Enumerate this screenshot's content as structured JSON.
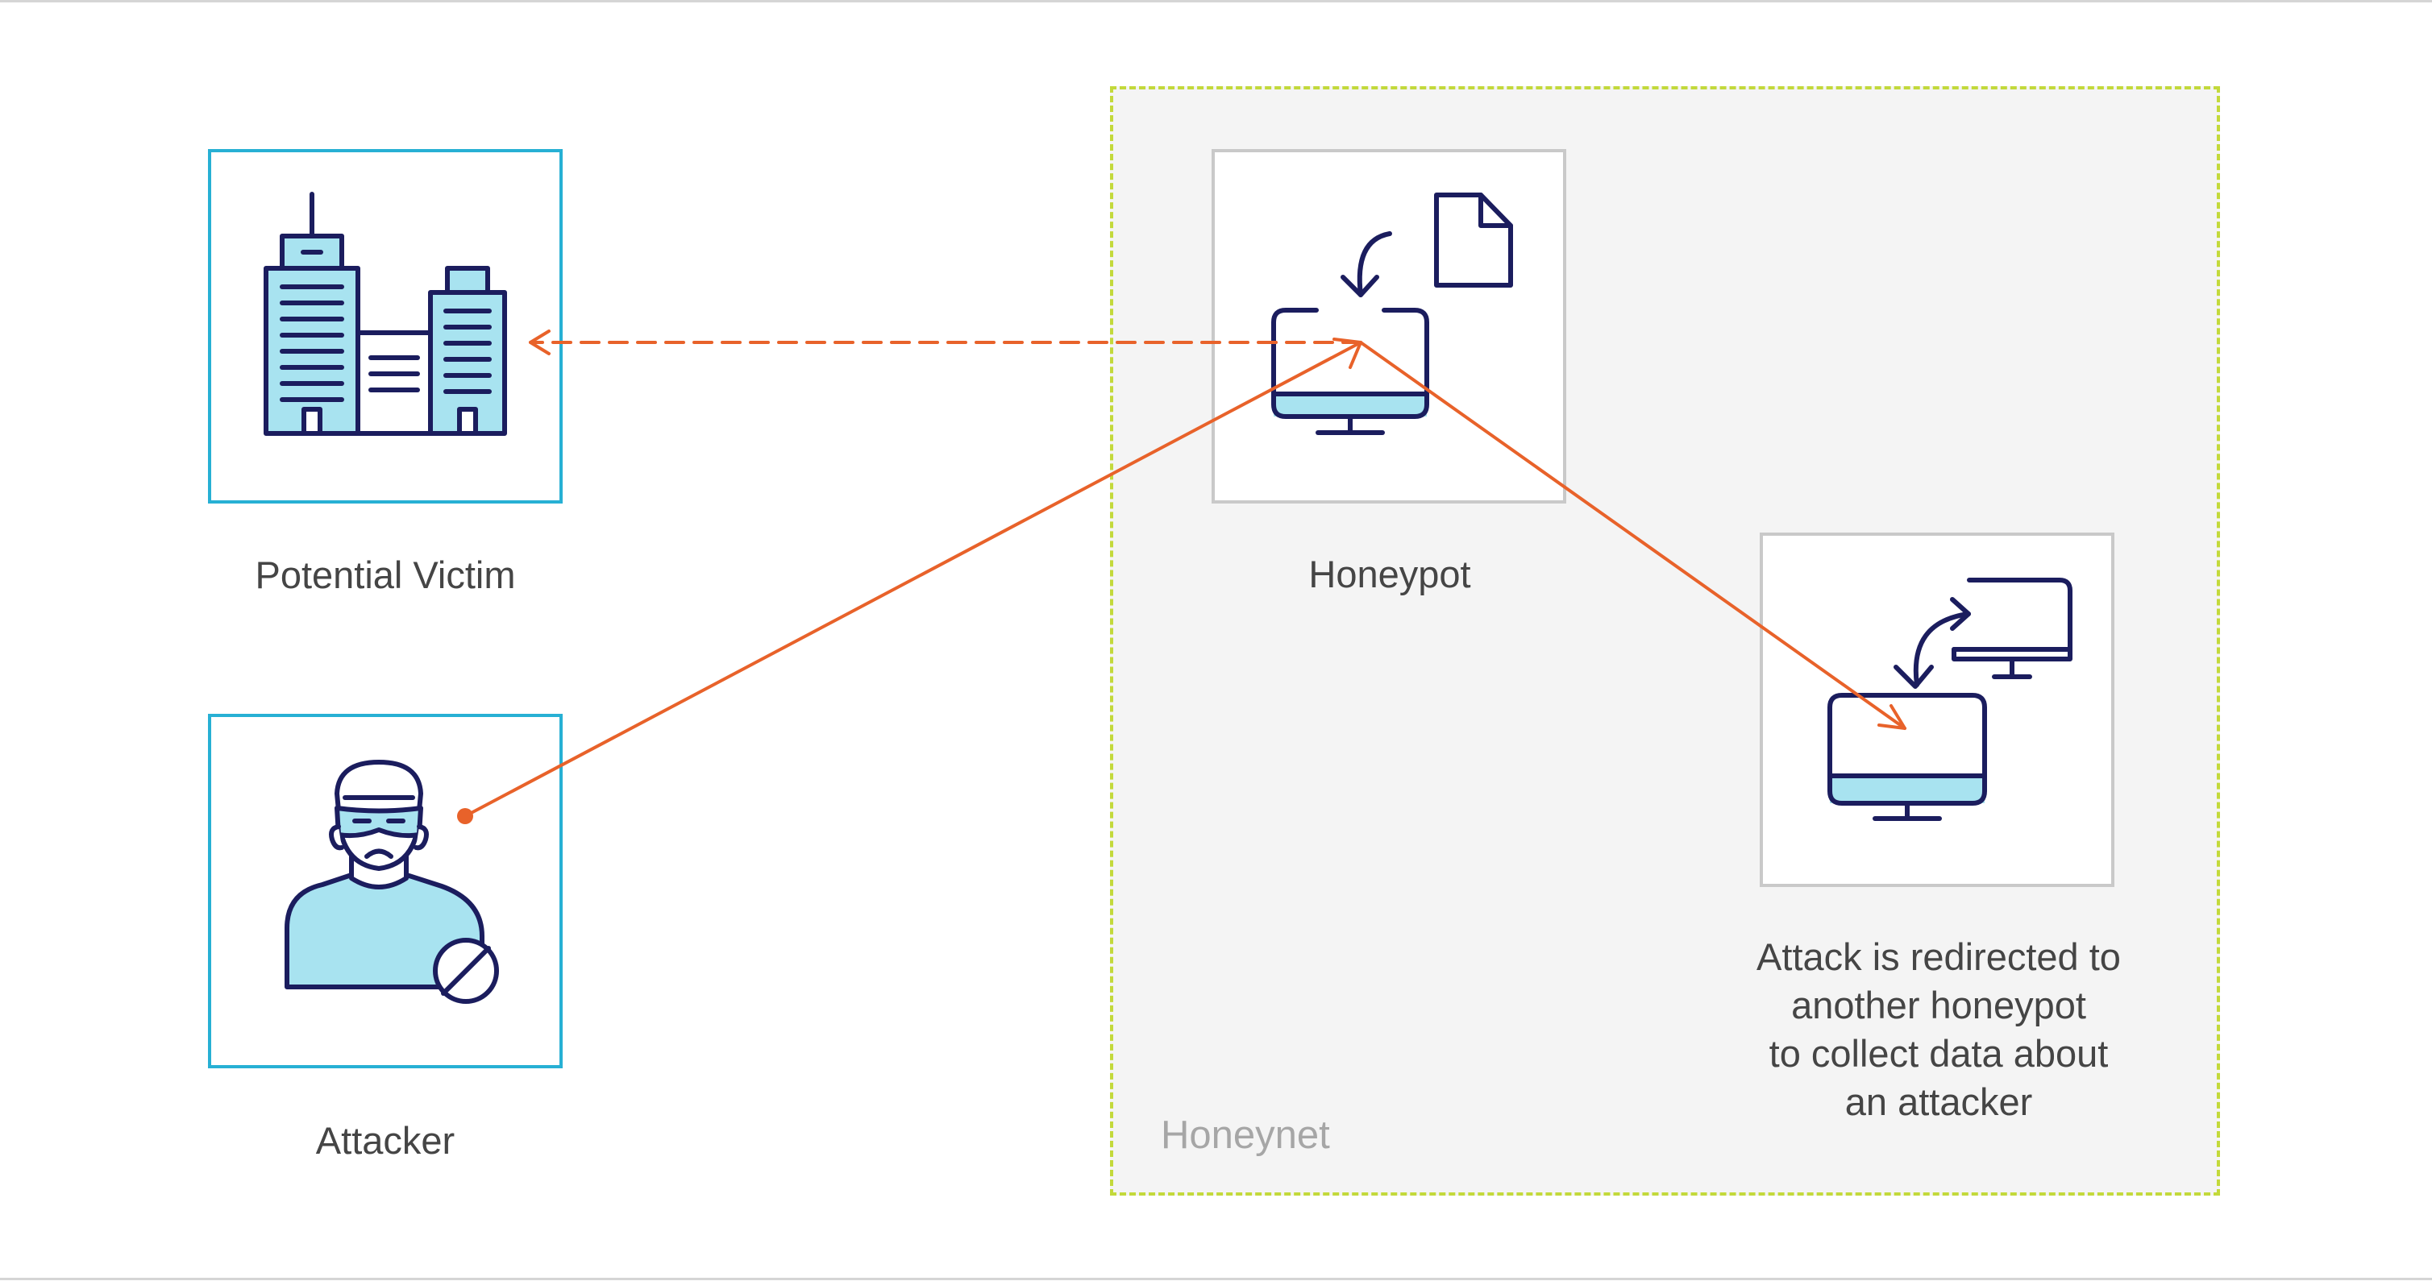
{
  "zones": {
    "honeynet": {
      "label": "Honeynet",
      "border_color": "#c3d93b",
      "fill_color": "#f4f4f4"
    }
  },
  "nodes": {
    "potential_victim": {
      "label": "Potential Victim",
      "icon": "office-buildings-icon"
    },
    "attacker": {
      "label": "Attacker",
      "icon": "masked-attacker-icon"
    },
    "honeypot": {
      "label": "Honeypot",
      "icon": "monitor-with-document-icon"
    },
    "second_honeypot": {
      "label_lines": [
        "Attack is redirected to",
        "another honeypot",
        "to collect data about",
        "an attacker"
      ],
      "icon": "redirect-monitors-icon"
    }
  },
  "edges": [
    {
      "from": "attacker",
      "to": "honeypot",
      "style": "solid"
    },
    {
      "from": "honeypot",
      "to": "potential_victim",
      "style": "dashed"
    },
    {
      "from": "honeypot",
      "to": "second_honeypot",
      "style": "solid"
    }
  ],
  "colors": {
    "victim_box_border": "#27b0d4",
    "honeypot_box_border": "#c9c9c9",
    "arrow": "#e8622a",
    "icon_stroke": "#1b1d5e",
    "icon_fill": "#a8e3f0",
    "label_text": "#454545",
    "honeynet_label_text": "#a6a6a6"
  }
}
